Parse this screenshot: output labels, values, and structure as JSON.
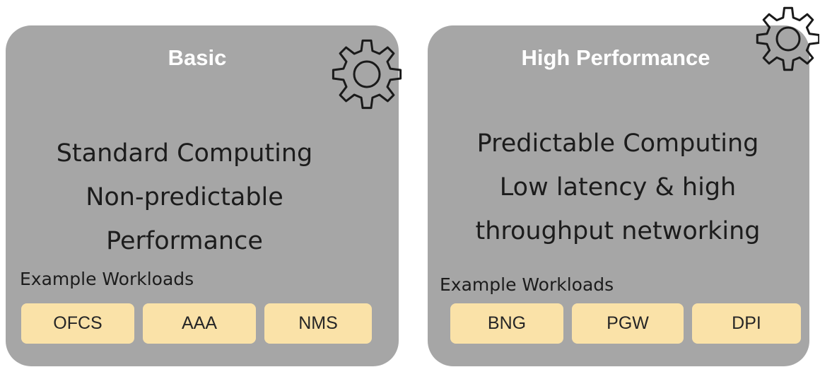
{
  "panels": [
    {
      "title": "Basic",
      "description": [
        "Standard Computing",
        "Non-predictable",
        "Performance"
      ],
      "examples_label": "Example Workloads",
      "workloads": [
        "OFCS",
        "AAA",
        "NMS"
      ]
    },
    {
      "title": "High Performance",
      "description": [
        "Predictable Computing",
        "Low latency & high",
        "throughput networking"
      ],
      "examples_label": "Example Workloads",
      "workloads": [
        "BNG",
        "PGW",
        "DPI"
      ]
    }
  ],
  "icons": {
    "tier_icon": "gear-icon"
  },
  "colors": {
    "panel_background": "#a6a6a6",
    "title_text": "#ffffff",
    "workload_chip": "#fae2a8",
    "body_text": "#1c1c1c"
  }
}
